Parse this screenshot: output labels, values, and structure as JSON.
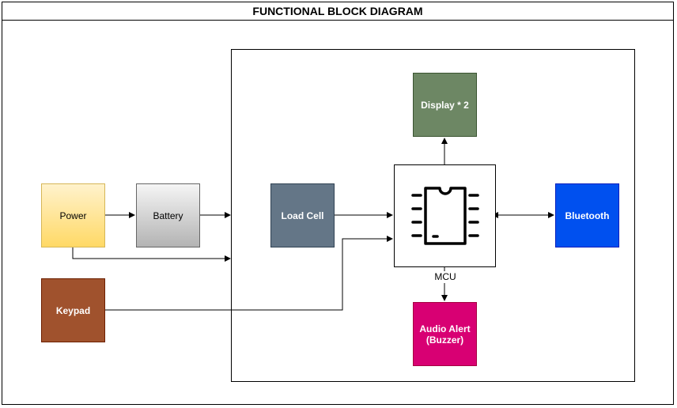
{
  "diagram": {
    "title": "FUNCTIONAL BLOCK DIAGRAM",
    "blocks": {
      "power": "Power",
      "battery": "Battery",
      "keypad": "Keypad",
      "load_cell": "Load Cell",
      "display": "Display  * 2",
      "bluetooth": "Bluetooth",
      "audio_alert": "Audio Alert\n(Buzzer)",
      "mcu": "MCU"
    },
    "colors": {
      "power_fill": "#ffd966",
      "battery_fill": "#b3b3b3",
      "keypad_fill": "#a0522d",
      "load_cell_fill": "#647687",
      "display_fill": "#6d8764",
      "bluetooth_fill": "#0050ef",
      "audio_alert_fill": "#d80073"
    },
    "icons": [
      "chip-icon"
    ]
  }
}
